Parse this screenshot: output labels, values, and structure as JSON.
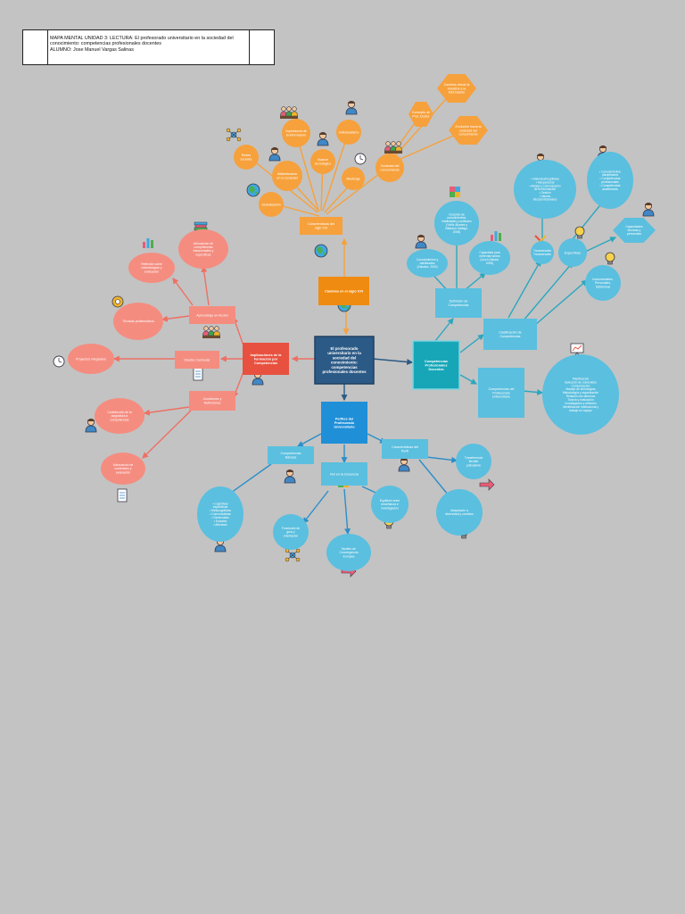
{
  "header": {
    "line1": "MAPA MENTAL UNIDAD 3: LECTURA: El profesorado universitario en la sociedad del",
    "line2": "conocimiento: competencias profesionales docentes",
    "line3": "ALUMNO: Jose Manuel Vargas Salinas"
  },
  "colors": {
    "orange": "#f6a13c",
    "orange_dark": "#ef8b10",
    "salmon": "#f48d80",
    "red": "#e8513f",
    "blue": "#5bbfdf",
    "blue_dark": "#1f8fd8",
    "teal": "#17a6b8",
    "navy": "#2c5a86",
    "line_orange": "#f6a13c",
    "line_salmon": "#ee7064",
    "line_blue": "#2b8ec9",
    "line_teal": "#2aa7bf",
    "line_navy": "#2c5a86"
  },
  "nodes": {
    "central": [
      "El profesorado",
      "universitario en la",
      "sociedad del",
      "conocimiento:",
      "competencias",
      "profesionales docentes"
    ],
    "cambios": [
      "Cambios en el siglo XXI"
    ],
    "caracteristicas_sxxi": [
      "Características del",
      "siglo XXI"
    ],
    "redes": [
      "Redes",
      "sociales"
    ],
    "importancia_info": [
      "Importancia de",
      "la información"
    ],
    "individualismo": [
      "Individualismo"
    ],
    "concepto_profe": [
      "Concepto de",
      "Prof. Doctor"
    ],
    "cambios_impacto": [
      "Cambios desde la",
      "industria a la",
      "información"
    ],
    "evolucion": [
      "Evolución hacia la",
      "sociedad del",
      "conocimiento"
    ],
    "alfabetizacion": [
      "Alfabetización",
      "en la sociedad"
    ],
    "avance_tec": [
      "Avance",
      "tecnológico"
    ],
    "sociedad_conoc": [
      "Sociedad del",
      "conocimiento"
    ],
    "mestizaje": [
      "Mestizaje"
    ],
    "globalizacion": [
      "Globalización"
    ],
    "implicaciones": [
      "Implicaciones de la",
      "Formación por",
      "Competencias"
    ],
    "aprendizaje_accion": [
      "Aprendizaje en Acción"
    ],
    "diseno_curricular": [
      "Diseño Curricular"
    ],
    "cuestiones": [
      "Cuestiones y",
      "Reflexiones"
    ],
    "articulacion": [
      "Articulación de",
      "competencias",
      "transversales y",
      "específicas"
    ],
    "reflexion_meto": [
      "Reflexión sobre",
      "metodologías y",
      "evaluación"
    ],
    "tecnicas_prob": [
      "Técnicas problemáticas"
    ],
    "proyectos_integ": [
      "Proyectos integrados"
    ],
    "contribucion": [
      "Contribución de la",
      "asignatura a",
      "competencias"
    ],
    "adecuacion": [
      "Adecuación de",
      "contenidos y",
      "evaluación"
    ],
    "competencias_prof": [
      "Competencias",
      "Profesionales",
      "Docentes"
    ],
    "definicion": [
      "Definición de",
      "Competencias"
    ],
    "clasificacion": [
      "Clasificación de",
      "Competencias"
    ],
    "competencias_del_prof": [
      "Competencias del",
      "Profesorado",
      "Universitario"
    ],
    "conjunto": [
      "Conjunto de",
      "conocimientos,",
      "habilidades y actitudes",
      "(Yáñiz Álvarez y",
      "Villardón Gallego,",
      "2006)"
    ],
    "conocimientos_hab": [
      "Conocimientos y",
      "habilidades",
      "(Zabalza, 2003)"
    ],
    "capacidad": [
      "Capacidad para",
      "enfrentar tareas",
      "(Lluch Zabala,",
      "2005)"
    ],
    "transversales_l": [
      "• Intelectual/cognitivas",
      "• Interpersonal",
      "• Manejo y comunicación",
      "  de la información",
      "• Gestión",
      "• Valores",
      "  ético/profesionales"
    ],
    "transversales": [
      "Transversales",
      "Transversales"
    ],
    "especificas": [
      "Específicas"
    ],
    "especificas_l": [
      "• Conocimientos",
      "  disciplinares",
      "• Competencias",
      "  profesionales",
      "• Competencias",
      "  académicas"
    ],
    "capacidades": [
      "Capacidades",
      "técnicas y",
      "personales"
    ],
    "instrumentales": [
      "Instrumentales,",
      "Personales,",
      "Sistémicas"
    ],
    "lista_prof": [
      "Planificación",
      "Selección de contenidos",
      "Comunicación",
      "Manejo de tecnologías",
      "Metodología y organización",
      "Relación con alumnos",
      "Tutoría y evaluación",
      "Investigación y reflexión",
      "Identificación institucional y",
      "trabajo en equipo"
    ],
    "perfiles": [
      "Perfiles del",
      "Profesorado",
      "Universitario"
    ],
    "competencias_basicas": [
      "Competencias",
      "Básicas"
    ],
    "rol_docencia": [
      "Rol en la Docencia"
    ],
    "caracteristicas_perfil": [
      "Características del",
      "Perfil"
    ],
    "cognitivas_l": [
      "• Cognitivas",
      "  específicas",
      "• Metacognitivas",
      "• Comunicativas",
      "• Gerenciales",
      "• Sociales",
      "• Afectivas"
    ],
    "funciones": [
      "Funciones de",
      "guía y",
      "orientación"
    ],
    "equilibrio": [
      "Equilibrio entre",
      "enseñanza e",
      "investigación"
    ],
    "modelo": [
      "Modelo de",
      "Convergencia",
      "Europea"
    ],
    "transferencia": [
      "Transferencia",
      "flexible",
      "polivalente"
    ],
    "adaptacion": [
      "Adaptación a",
      "diversidad y cambios"
    ]
  }
}
